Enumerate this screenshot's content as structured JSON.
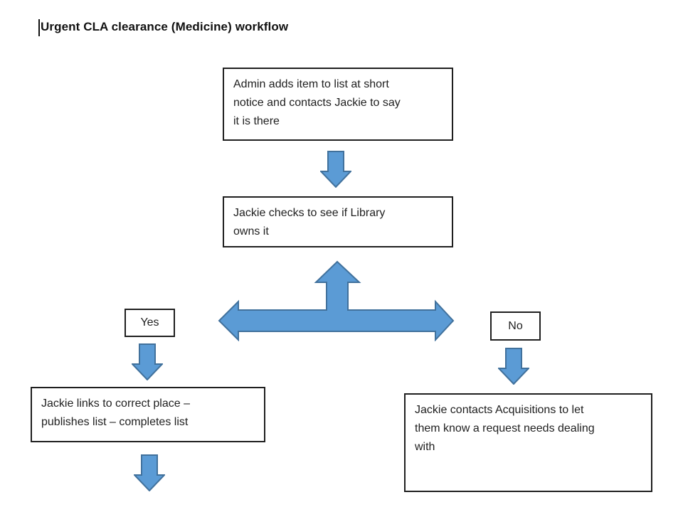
{
  "title": "Urgent CLA clearance (Medicine) workflow",
  "colors": {
    "arrow_fill": "#5B9BD5",
    "arrow_stroke": "#41719C",
    "box_border": "#1f1f1f",
    "text": "#1f1f1f"
  },
  "nodes": {
    "admin_adds": "Admin adds item to list at short\nnotice and contacts Jackie to say\nit is there",
    "jackie_checks": "Jackie checks to see if Library\nowns it",
    "yes_label": "Yes",
    "no_label": "No",
    "jackie_links": "Jackie links to correct place –\npublishes list – completes list",
    "jackie_contacts": "Jackie contacts Acquisitions to let\nthem know a request needs dealing\nwith"
  }
}
